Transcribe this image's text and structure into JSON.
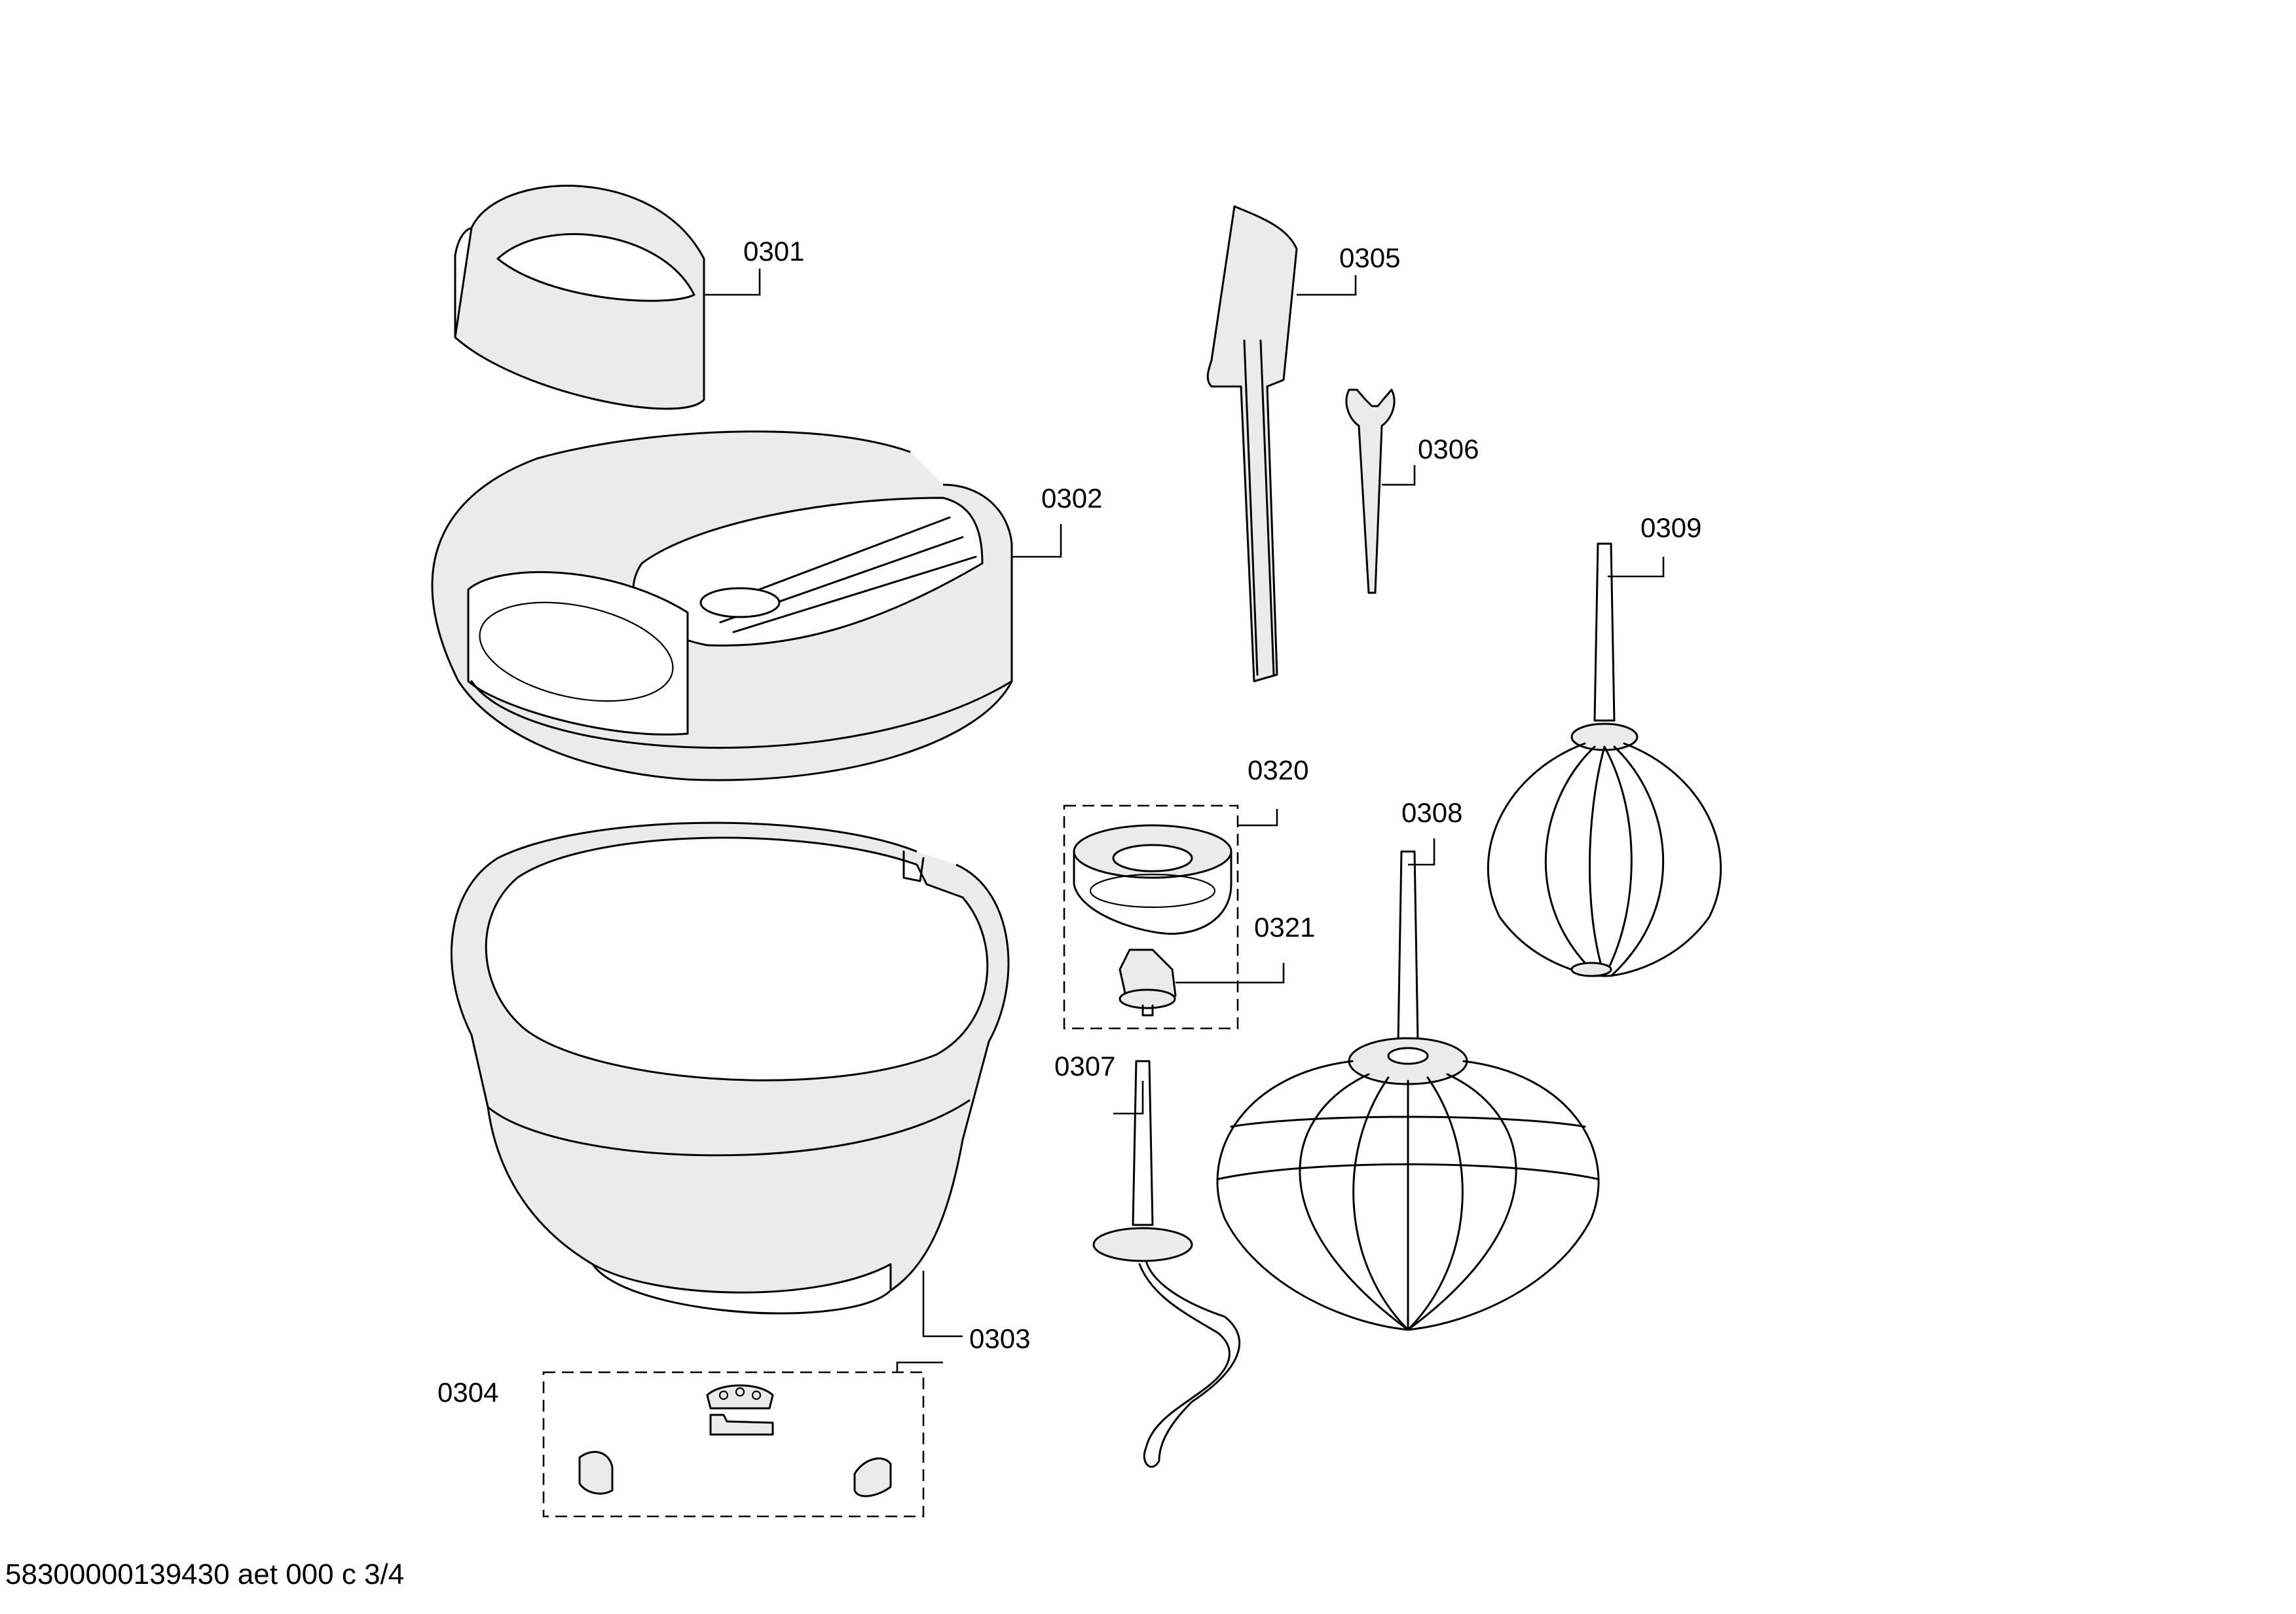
{
  "labels": {
    "p0301": "0301",
    "p0302": "0302",
    "p0303": "0303",
    "p0304": "0304",
    "p0305": "0305",
    "p0306": "0306",
    "p0307": "0307",
    "p0308": "0308",
    "p0309": "0309",
    "p0320": "0320",
    "p0321": "0321"
  },
  "footer": "58300000139430 aet 000 c 3/4"
}
